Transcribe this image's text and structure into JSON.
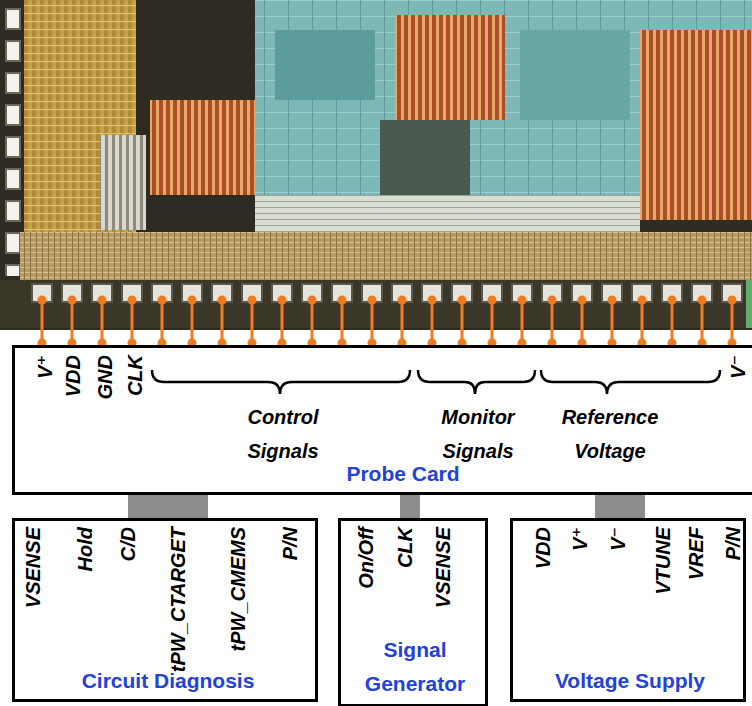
{
  "diagram": {
    "nodes": [
      {
        "text": [
          "V⁺",
          "VDD",
          "GND",
          "CLK",
          "Control Signals",
          "Monitor Signals",
          "Reference Voltage",
          "V⁻",
          "Probe Card"
        ]
      },
      {
        "text": [
          "VSENSE",
          "Hold",
          "C/D",
          "tPW_CTARGET",
          "tPW_CMEMS",
          "P/N",
          "Circuit Diagnosis"
        ]
      },
      {
        "text": [
          "On/Off",
          "CLK",
          "VSENSE",
          "Signal Generator"
        ]
      },
      {
        "text": [
          "VDD",
          "V⁺",
          "V⁻",
          "VTUNE",
          "VREF",
          "P/N",
          "Voltage Supply"
        ]
      }
    ],
    "edges": [
      {
        "from": 0,
        "to": 1,
        "arrow": "none"
      },
      {
        "from": 0,
        "to": 2,
        "arrow": "none"
      },
      {
        "from": 0,
        "to": 3,
        "arrow": "none"
      }
    ]
  }
}
